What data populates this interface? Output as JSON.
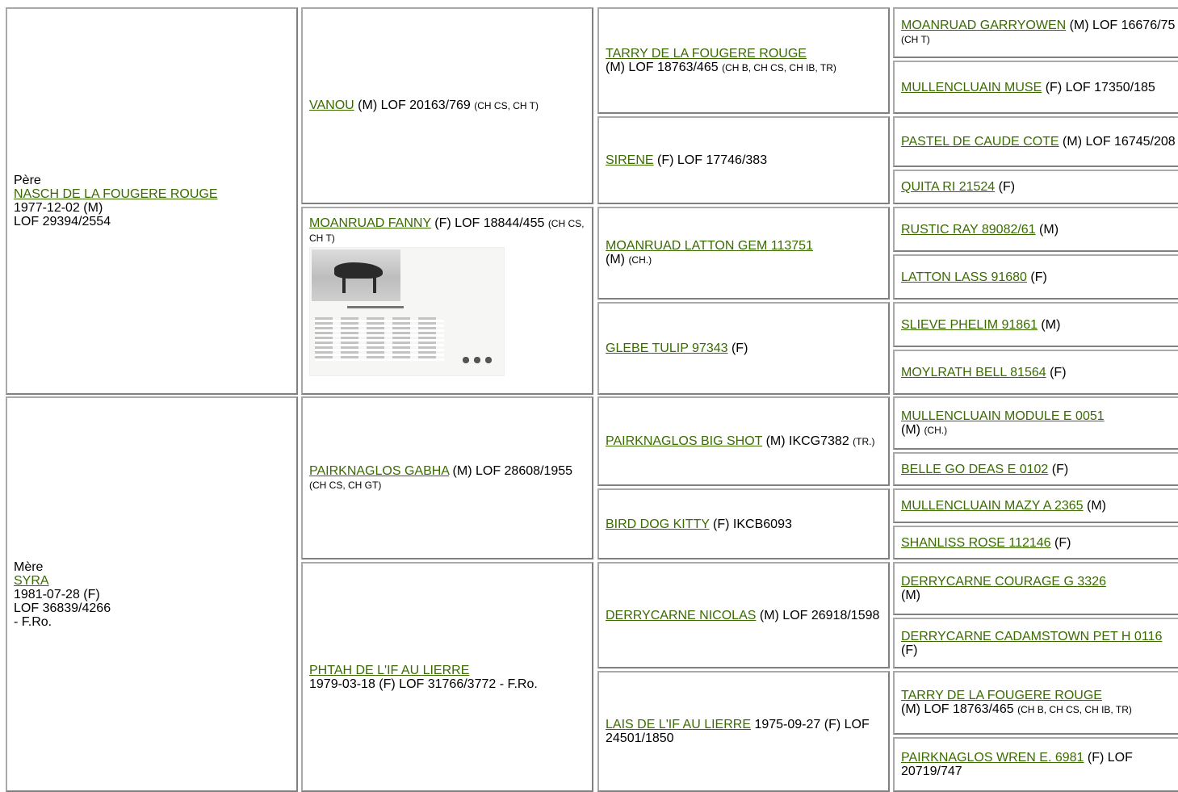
{
  "sire": {
    "role": "Père",
    "name": "NASCH DE LA FOUGERE ROUGE",
    "line1": "1977-12-02 (M)",
    "line2": "LOF 29394/2554"
  },
  "dam": {
    "role": "Mère",
    "name": "SYRA",
    "line1": "1981-07-28 (F)",
    "line2": "LOF 36839/4266",
    "line3": "- F.Ro."
  },
  "gen2": {
    "ss": {
      "name": "VANOU",
      "info": " (M) LOF 20163/769 ",
      "titles": "(CH CS, CH T)"
    },
    "sd": {
      "name": "MOANRUAD FANNY",
      "info": " (F) LOF 18844/455 ",
      "titles": "(CH CS, CH T)"
    },
    "ds": {
      "name": "PAIRKNAGLOS GABHA",
      "info": " (M) LOF 28608/1955 ",
      "titles": "(CH CS, CH GT)"
    },
    "dd": {
      "name": "PHTAH DE L'IF AU LIERRE",
      "info": " 1979-03-18 (F) LOF 31766/3772 - F.Ro."
    }
  },
  "gen3": [
    {
      "name": "TARRY DE LA FOUGERE ROUGE",
      "info": " (M) LOF 18763/465 ",
      "titles": "(CH B, CH CS, CH IB, TR)"
    },
    {
      "name": "SIRENE",
      "info": " (F) LOF 17746/383",
      "titles": ""
    },
    {
      "name": "MOANRUAD LATTON GEM 113751",
      "info": " (M) ",
      "titles": "(CH.)"
    },
    {
      "name": "GLEBE TULIP 97343",
      "info": " (F)",
      "titles": ""
    },
    {
      "name": "PAIRKNAGLOS BIG SHOT",
      "info": " (M) IKCG7382 ",
      "titles": "(TR.)"
    },
    {
      "name": "BIRD DOG KITTY",
      "info": " (F) IKCB6093",
      "titles": ""
    },
    {
      "name": "DERRYCARNE NICOLAS",
      "info": " (M) LOF 26918/1598",
      "titles": ""
    },
    {
      "name": "LAIS DE L'IF AU LIERRE",
      "info": " 1975-09-27 (F) LOF 24501/1850",
      "titles": ""
    }
  ],
  "gen4": [
    {
      "name": "MOANRUAD GARRYOWEN",
      "info": " (M) LOF 16676/75 ",
      "titles": "(CH T)"
    },
    {
      "name": "MULLENCLUAIN MUSE",
      "info": " (F) LOF 17350/185",
      "titles": ""
    },
    {
      "name": "PASTEL DE CAUDE COTE",
      "info": " (M) LOF 16745/208",
      "titles": ""
    },
    {
      "name": "QUITA RI 21524",
      "info": " (F)",
      "titles": ""
    },
    {
      "name": "RUSTIC RAY 89082/61",
      "info": " (M)",
      "titles": ""
    },
    {
      "name": "LATTON LASS 91680",
      "info": " (F)",
      "titles": ""
    },
    {
      "name": "SLIEVE PHELIM 91861",
      "info": " (M)",
      "titles": ""
    },
    {
      "name": "MOYLRATH BELL 81564",
      "info": " (F)",
      "titles": ""
    },
    {
      "name": "MULLENCLUAIN MODULE E 0051",
      "info": " (M) ",
      "titles": "(CH.)"
    },
    {
      "name": "BELLE GO DEAS E 0102",
      "info": " (F)",
      "titles": ""
    },
    {
      "name": "MULLENCLUAIN MAZY A 2365",
      "info": " (M)",
      "titles": ""
    },
    {
      "name": "SHANLISS ROSE 112146",
      "info": " (F)",
      "titles": ""
    },
    {
      "name": "DERRYCARNE COURAGE G 3326",
      "info": " (M)",
      "titles": ""
    },
    {
      "name": "DERRYCARNE CADAMSTOWN PET H 0116",
      "info": " (F)",
      "titles": ""
    },
    {
      "name": "TARRY DE LA FOUGERE ROUGE",
      "info": " (M) LOF 18763/465 ",
      "titles": "(CH B, CH CS, CH IB, TR)"
    },
    {
      "name": "PAIRKNAGLOS WREN E. 6981",
      "info": " (F) LOF 20719/747",
      "titles": ""
    }
  ],
  "colors": {
    "link": "#3a6b00",
    "border_light": "#a9a9a9",
    "border_dark": "#808080"
  }
}
